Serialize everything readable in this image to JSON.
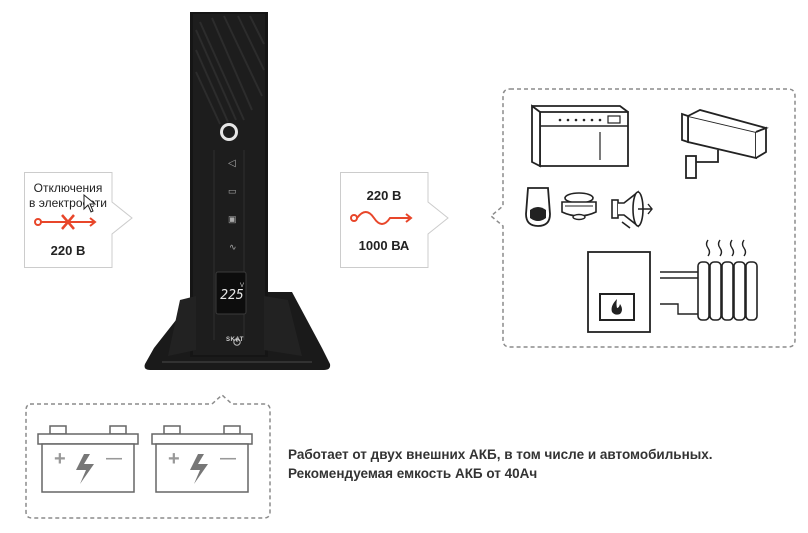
{
  "input_callout": {
    "title_line1": "Отключения",
    "title_line2": "в электросети",
    "value": "220 В",
    "icon": "power-cut-icon"
  },
  "output_callout": {
    "voltage": "220 В",
    "power": "1000 ВА",
    "icon": "sine-wave-icon"
  },
  "ups": {
    "display_value": "225",
    "display_unit": "V",
    "brand": "SKAT",
    "buttons": [
      "triangle-icon",
      "battery-icon",
      "load-icon",
      "sine-icon"
    ],
    "accent_color": "#e8462a"
  },
  "devices": [
    "control-panel-icon",
    "cctv-camera-icon",
    "motion-sensor-icon",
    "smoke-detector-icon",
    "siren-icon",
    "gas-boiler-icon",
    "radiator-icon"
  ],
  "batteries": {
    "count": 2,
    "plus": "+",
    "minus": "—"
  },
  "info": {
    "line1": "Работает от двух внешних АКБ, в том числе и автомобильных.",
    "line2": "Рекомендуемая емкость АКБ от  40Ач"
  }
}
